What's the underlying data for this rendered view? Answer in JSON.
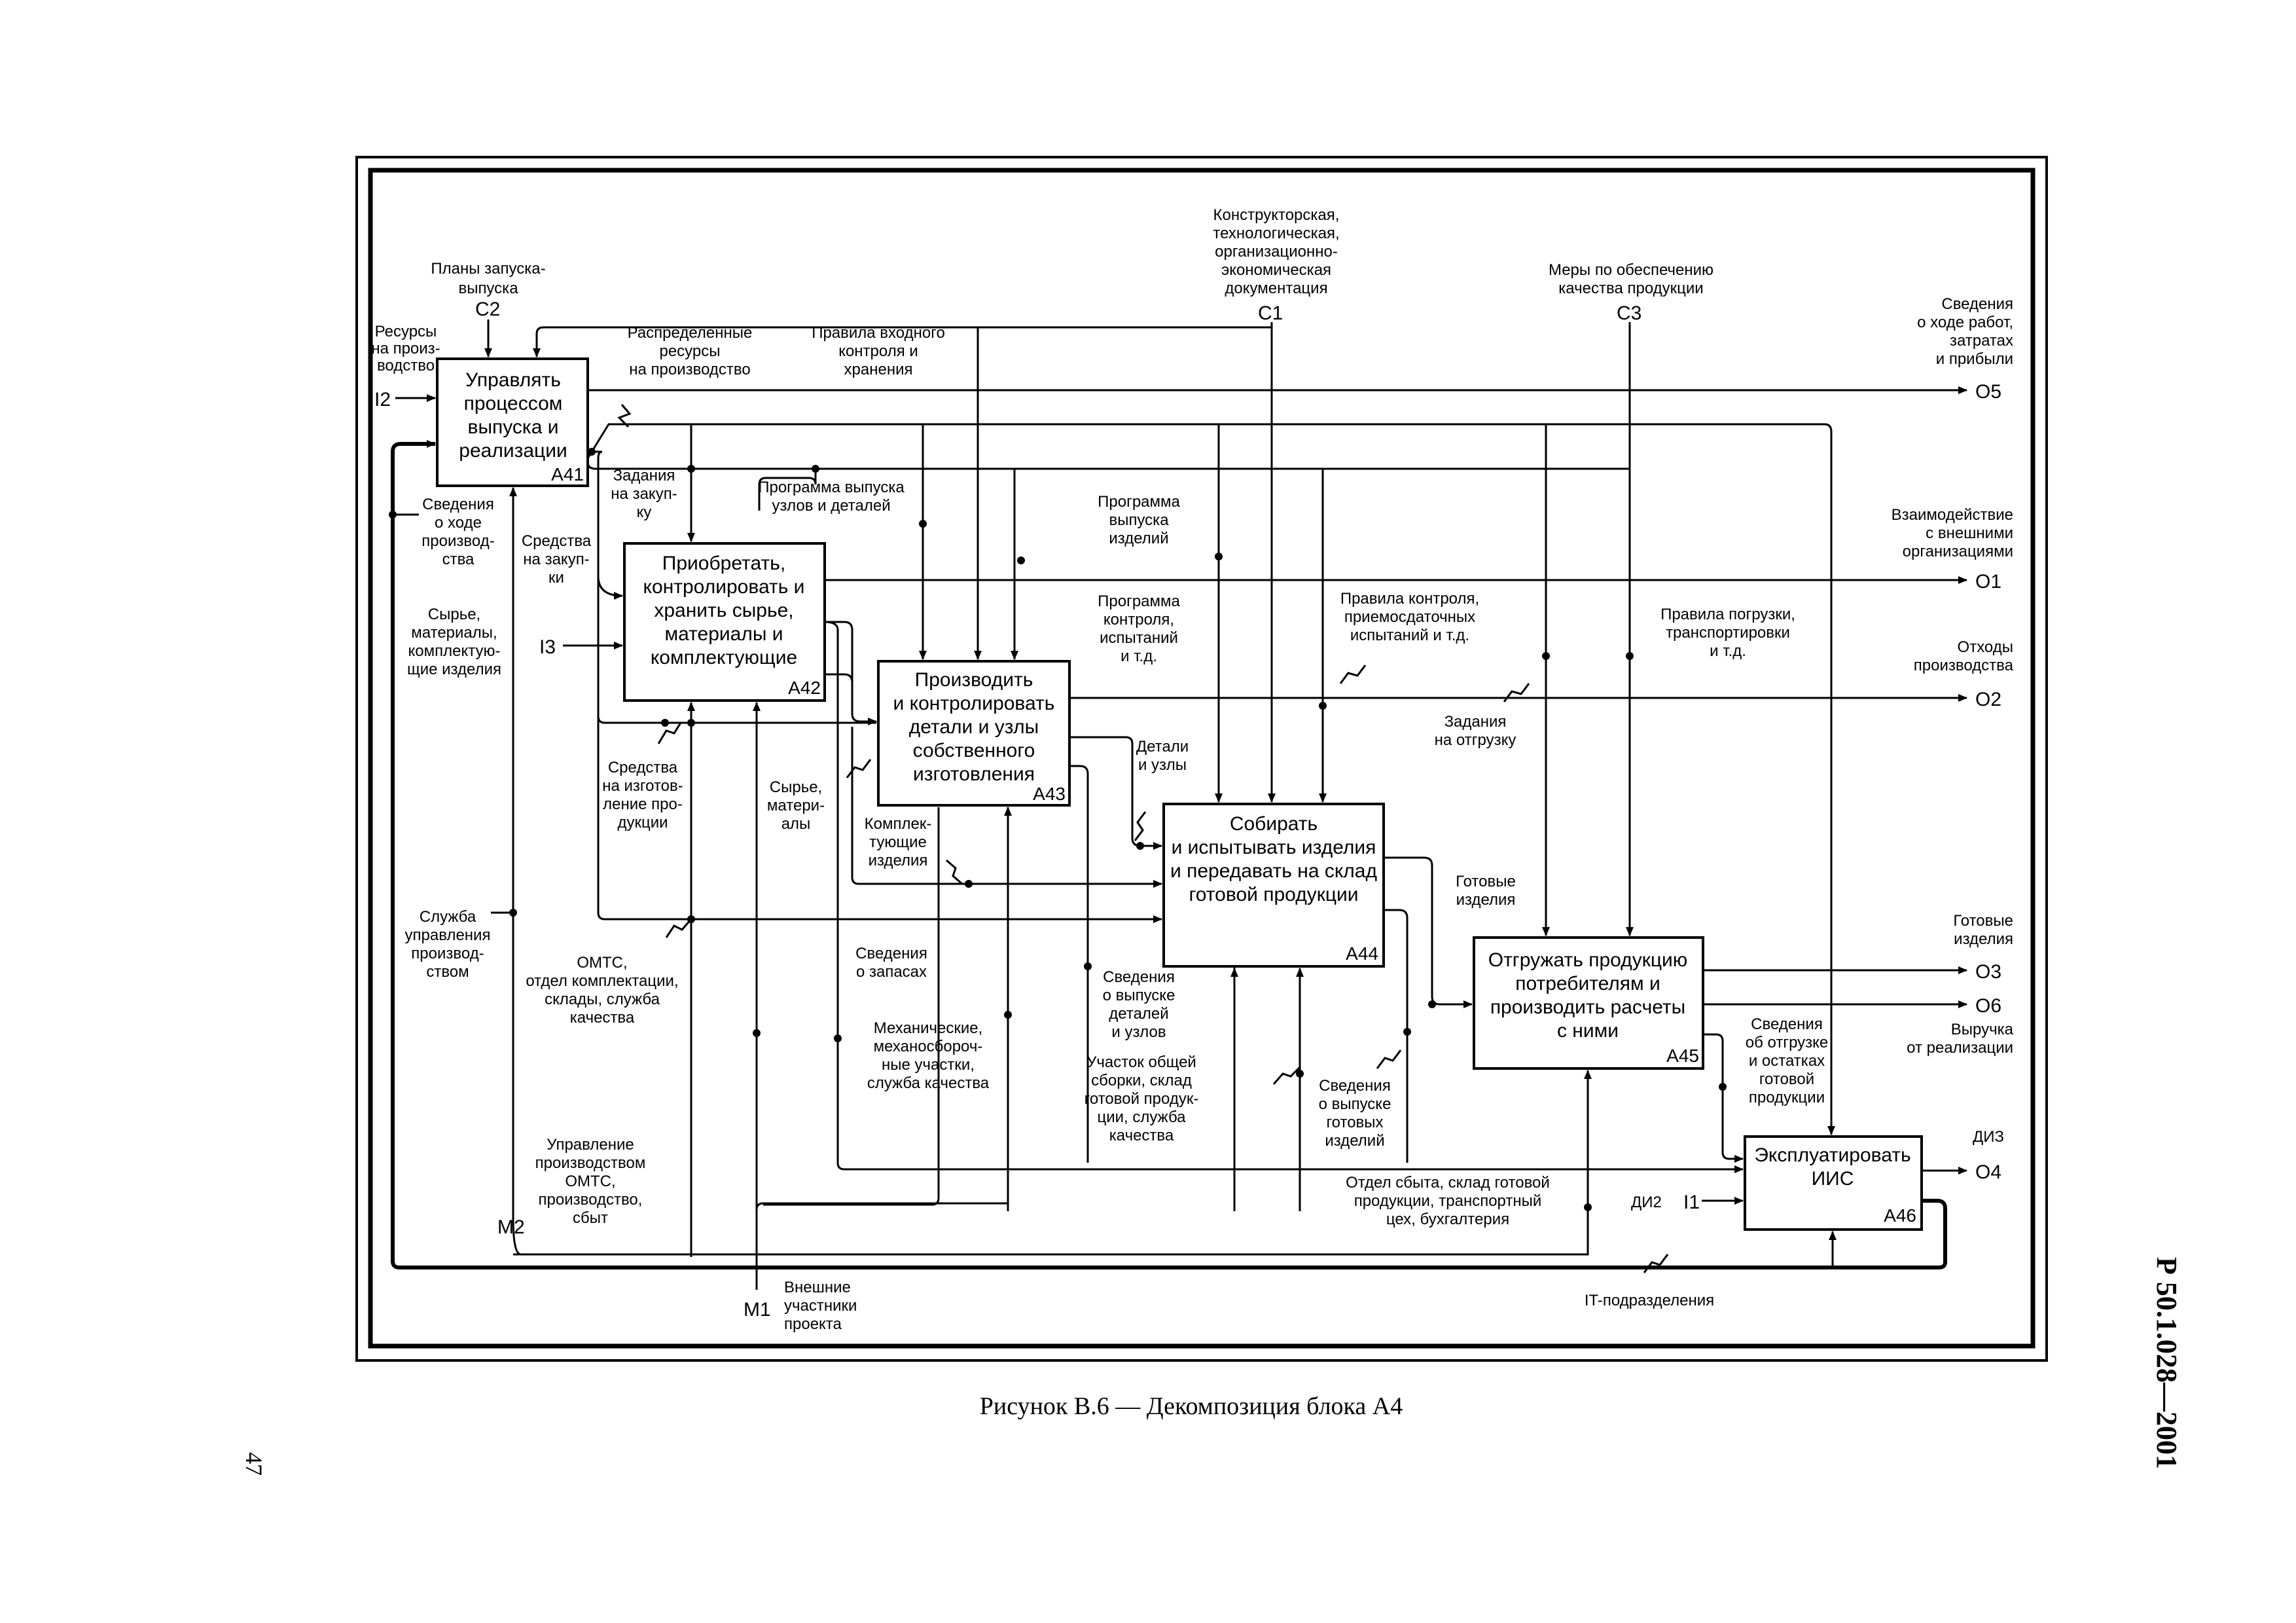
{
  "caption": "Рисунок В.6 — Декомпозиция блока А4",
  "page_number": "47",
  "doc_code": "Р 50.1.028—2001",
  "boxes": {
    "a41": {
      "title": [
        "Управлять",
        "процессом",
        "выпуска и",
        "реализации"
      ],
      "num": "А41"
    },
    "a42": {
      "title": [
        "Приобретать,",
        "контролировать и",
        "хранить сырье,",
        "материалы и",
        "комплектующие"
      ],
      "num": "А42"
    },
    "a43": {
      "title": [
        "Производить",
        "и контролировать",
        "детали и узлы",
        "собственного",
        "изготовления"
      ],
      "num": "А43"
    },
    "a44": {
      "title": [
        "Собирать",
        "и испытывать изделия",
        "и передавать на склад",
        "готовой продукции"
      ],
      "num": "А44"
    },
    "a45": {
      "title": [
        "Отгружать продукцию",
        "потребителям и",
        "производить расчеты",
        "с ними"
      ],
      "num": "А45"
    },
    "a46": {
      "title": [
        "Эксплуатировать",
        "ИИС"
      ],
      "num": "А46"
    }
  },
  "codes": {
    "C1": "C1",
    "C2": "C2",
    "C3": "C3",
    "I1": "I1",
    "I2": "I2",
    "I3": "I3",
    "O1": "O1",
    "O2": "O2",
    "O3": "O3",
    "O4": "O4",
    "O5": "O5",
    "O6": "O6",
    "M1": "M1",
    "M2": "M2",
    "DI2": "ДИ2",
    "DI3": "ДИЗ"
  },
  "labels": {
    "c2": [
      "Планы запуска-",
      "выпуска"
    ],
    "c1": [
      "Конструкторская,",
      "технологическая,",
      "организационно-",
      "экономическая",
      "документация"
    ],
    "c3": [
      "Меры по обеспечению",
      "качества продукции"
    ],
    "i2": [
      "Ресурсы",
      "на произ-",
      "водство"
    ],
    "o5": [
      "Сведения",
      "о ходе работ,",
      "затратах",
      "и прибыли"
    ],
    "o1": [
      "Взаимодействие",
      "с внешними",
      "организациями"
    ],
    "o2": [
      "Отходы",
      "производства"
    ],
    "o3": [
      "Готовые",
      "изделия"
    ],
    "o6": [
      "Выручка",
      "от реализации"
    ],
    "m1": [
      "Внешние",
      "участники",
      "проекта"
    ],
    "m2": [
      "Управление",
      "производством",
      "ОМТС,",
      "производство,",
      "сбыт"
    ],
    "distributed": [
      "Распределенные",
      "ресурсы",
      "на производство"
    ],
    "input_rules": [
      "Правила входного",
      "контроля и",
      "хранения"
    ],
    "tasks_purchase": [
      "Задания",
      "на закуп-",
      "ку"
    ],
    "production_info": [
      "Сведения",
      "о ходе",
      "производ-",
      "ства"
    ],
    "funds_purchase": [
      "Средства",
      "на закуп-",
      "ки"
    ],
    "raw": [
      "Сырье,",
      "материалы,",
      "комплектую-",
      "щие изделия"
    ],
    "program_units": [
      "Программа выпуска",
      "узлов и деталей"
    ],
    "program_products": [
      "Программа",
      "выпуска",
      "изделий"
    ],
    "program_control": [
      "Программа",
      "контроля,",
      "испытаний",
      "и т.д."
    ],
    "rules_control": [
      "Правила контроля,",
      "приемосдаточных",
      "испытаний и т.д."
    ],
    "rules_loading": [
      "Правила погрузки,",
      "транспортировки",
      "и т.д."
    ],
    "tasks_ship": [
      "Задания",
      "на отгрузку"
    ],
    "parts_units": [
      "Детали",
      "и узлы"
    ],
    "funds_make": [
      "Средства",
      "на изготов-",
      "ление про-",
      "дукции"
    ],
    "raw2": [
      "Сырье,",
      "матери-",
      "алы"
    ],
    "components": [
      "Комплек-",
      "тующие",
      "изделия"
    ],
    "finished": [
      "Готовые",
      "изделия"
    ],
    "mgmt_service": [
      "Служба",
      "управления",
      "производ-",
      "ством"
    ],
    "omts": [
      "ОМТС,",
      "отдел комплектации,",
      "склады, служба",
      "качества"
    ],
    "stock_info": [
      "Сведения",
      "о запасах"
    ],
    "mech": [
      "Механические,",
      "механосбороч-",
      "ные участки,",
      "служба качества"
    ],
    "output_info": [
      "Сведения",
      "о выпуске",
      "деталей",
      "и узлов"
    ],
    "assembly": [
      "Участок общей",
      "сборки, склад",
      "готовой продук-",
      "ции, служба",
      "качества"
    ],
    "finished_output_info": [
      "Сведения",
      "о выпуске",
      "готовых",
      "изделий"
    ],
    "ship_info": [
      "Сведения",
      "об отгрузке",
      "и остатках",
      "готовой",
      "продукции"
    ],
    "sales": [
      "Отдел сбыта, склад готовой",
      "продукции, транспортный",
      "цех, бухгалтерия"
    ],
    "it": [
      "IT-подразделения"
    ]
  }
}
